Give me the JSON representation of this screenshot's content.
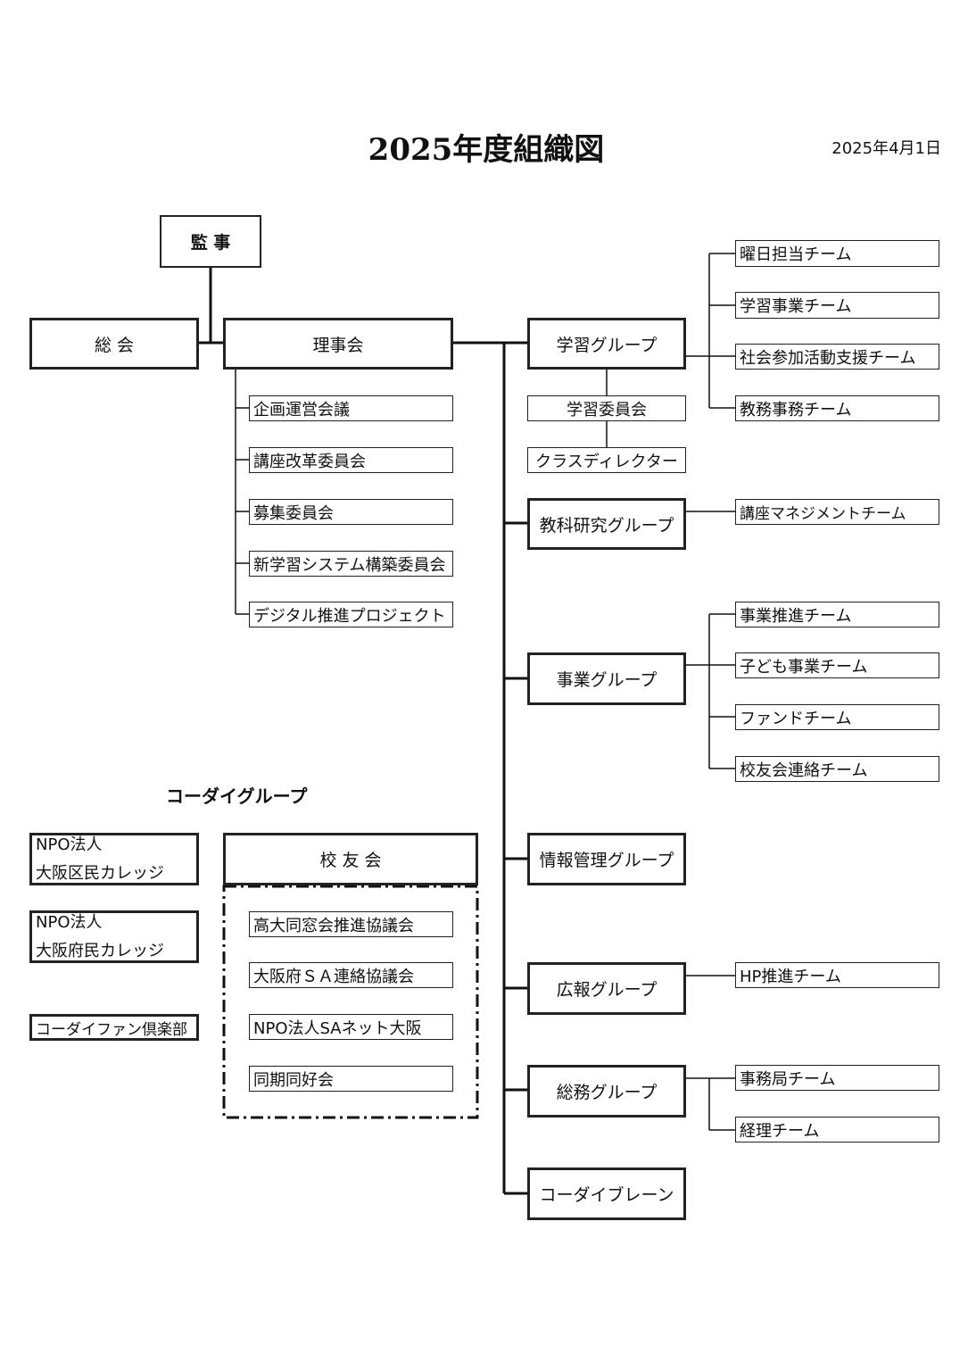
{
  "header": {
    "title": "2025年度組織図",
    "date": "2025年4月1日"
  },
  "governance": {
    "auditor": "監 事",
    "general_assembly": "総 会",
    "board": "理事会"
  },
  "board_committees": [
    "企画運営会議",
    "講座改革委員会",
    "募集委員会",
    "新学習システム構築委員会",
    "デジタル推進プロジェクト"
  ],
  "groups": {
    "learning": "学習グループ",
    "learning_committee": "学習委員会",
    "class_director": "クラスディレクター",
    "curriculum": "教科研究グループ",
    "business": "事業グループ",
    "info": "情報管理グループ",
    "pr": "広報グループ",
    "general_affairs": "総務グループ",
    "brain": "コーダイブレーン"
  },
  "teams": {
    "learning": [
      "曜日担当チーム",
      "学習事業チーム",
      "社会参加活動支援チーム",
      "教務事務チーム"
    ],
    "curriculum": [
      "講座マネジメントチーム"
    ],
    "business": [
      "事業推進チーム",
      "子ども事業チーム",
      "ファンドチーム",
      "校友会連絡チーム"
    ],
    "pr": [
      "HP推進チーム"
    ],
    "general_affairs": [
      "事務局チーム",
      "経理チーム"
    ]
  },
  "kodai_group": {
    "heading": "コーダイグループ",
    "npo1": [
      "NPO法人",
      "大阪区民カレッジ"
    ],
    "npo2": [
      "NPO法人",
      "大阪府民カレッジ"
    ],
    "fan_club": "コーダイファン倶楽部",
    "alumni": "校 友 会",
    "alumni_members": [
      "高大同窓会推進協議会",
      "大阪府ＳＡ連絡協議会",
      "NPO法人SAネット大阪",
      "同期同好会"
    ]
  }
}
